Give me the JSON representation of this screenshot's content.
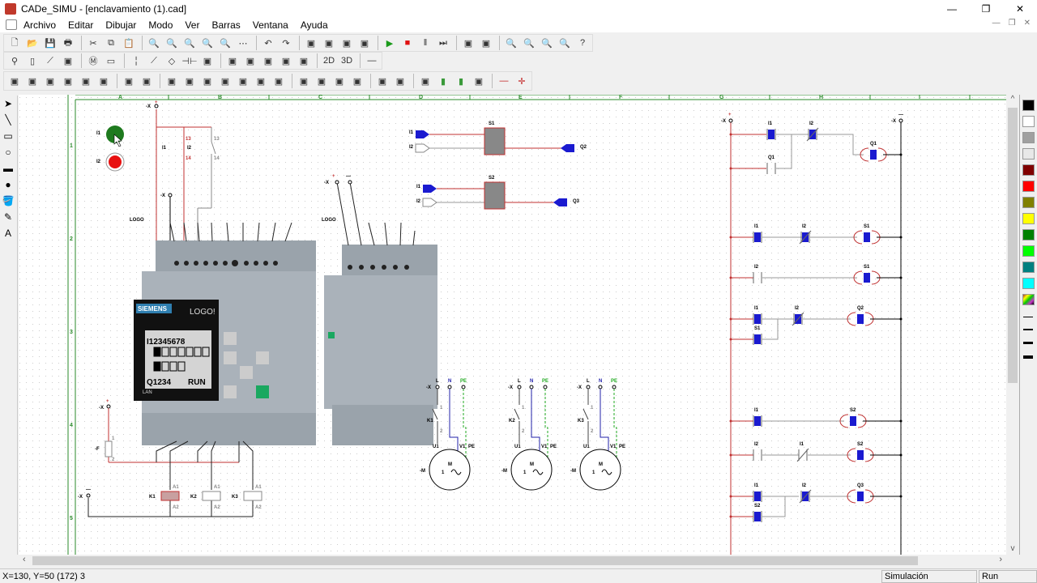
{
  "window": {
    "title": "CADe_SIMU - [enclavamiento (1).cad]",
    "minimize": "—",
    "maximize": "❐",
    "close": "✕"
  },
  "menu": [
    "Archivo",
    "Editar",
    "Dibujar",
    "Modo",
    "Ver",
    "Barras",
    "Ventana",
    "Ayuda"
  ],
  "toolbars": {
    "row1": [
      "new",
      "open",
      "save",
      "print",
      "|",
      "cut",
      "copy",
      "paste",
      "|",
      "zoom-in-page",
      "zoom-out-page",
      "zoom-window",
      "zoom-all",
      "zoom-prev",
      "grid",
      "|",
      "undo",
      "redo",
      "|",
      "mirror-h",
      "mirror-v",
      "flip",
      "rotate",
      "|",
      "play",
      "stop",
      "pause",
      "step",
      "|",
      "window",
      "window-tile",
      "|",
      "zoom-in",
      "zoom-out",
      "zoom-fit",
      "zoom-select",
      "help"
    ],
    "row2": [
      "lamp",
      "fuse",
      "switch",
      "three-phase-switch",
      "|",
      "motor",
      "plc",
      "|",
      "contact-no",
      "contact-nc",
      "diode",
      "coil",
      "timer-coil",
      "|",
      "logo-block",
      "pushbutton-block",
      "io-block",
      "io-module",
      "output-block",
      "|",
      "2d",
      "3d",
      "|",
      "line"
    ],
    "row3": [
      "and",
      "or",
      "not",
      "nand",
      "nor",
      "xor",
      "|",
      "sr",
      "pulse-relay",
      "|",
      "on-delay",
      "off-delay",
      "on-off-delay",
      "clock",
      "pulse",
      "analog",
      "text-block",
      "|",
      "bin1",
      "bin2",
      "bin3",
      "bin4",
      "|",
      "input-flag",
      "output-flag",
      "|",
      "counter",
      "green-module",
      "green-module2",
      "terminal",
      "|",
      "wire",
      "junction"
    ]
  },
  "tools": [
    "select-arrow",
    "line",
    "rectangle",
    "ellipse",
    "filled-rectangle",
    "filled-ellipse",
    "fill",
    "pencil",
    "text"
  ],
  "palette": {
    "colors": [
      "#000000",
      "#ffffff",
      "#a0a0a0",
      "#e8e8e8",
      "#800000",
      "#ff0000",
      "#808000",
      "#ffff00",
      "#008000",
      "#00ff00",
      "#008080",
      "#00ffff",
      "multicolor"
    ],
    "line_widths": [
      "1",
      "2",
      "3",
      "4"
    ]
  },
  "canvas": {
    "columns": [
      "A",
      "B",
      "C",
      "D",
      "E",
      "F",
      "G",
      "H",
      "I"
    ],
    "rows": [
      "1",
      "2",
      "3",
      "4",
      "5"
    ],
    "wiring": {
      "terminal": "-X",
      "plus": "+",
      "minus": "—",
      "i1": "I1",
      "i2": "I2",
      "n13": "13",
      "n14": "14",
      "logo": "LOGO",
      "fuse": "-F",
      "f1": "1",
      "f2": "2",
      "k1": "K1",
      "k2": "K2",
      "k3": "K3",
      "a1": "A1",
      "a2": "A2"
    },
    "plc": {
      "brand": "SIEMENS",
      "model": "LOGO!",
      "display_l1": "I12345678",
      "display_l4": "Q1234",
      "status": "RUN",
      "lan": "LAN"
    },
    "fbd": {
      "s1": "S1",
      "s2": "S2",
      "i1": "I1",
      "i2": "I2",
      "q2": "Q2",
      "q3": "Q3"
    },
    "motors": {
      "l": "L",
      "n": "N",
      "pe": "PE",
      "u1": "U1",
      "v1": "V1",
      "m": "M",
      "one": "1",
      "tag": "-M",
      "c1": "1",
      "c2": "2",
      "k1": "K1",
      "k2": "K2",
      "k3": "K3",
      "x": "-X"
    },
    "ladder": {
      "x": "-X",
      "plus": "+",
      "minus": "—",
      "i1": "I1",
      "i2": "I2",
      "q1": "Q1",
      "q2": "Q2",
      "q3": "Q3",
      "s1": "S1",
      "s2": "S2"
    }
  },
  "status": {
    "coords": "X=130, Y=50 (172) 3",
    "mode": "Simulación",
    "run": "Run"
  }
}
